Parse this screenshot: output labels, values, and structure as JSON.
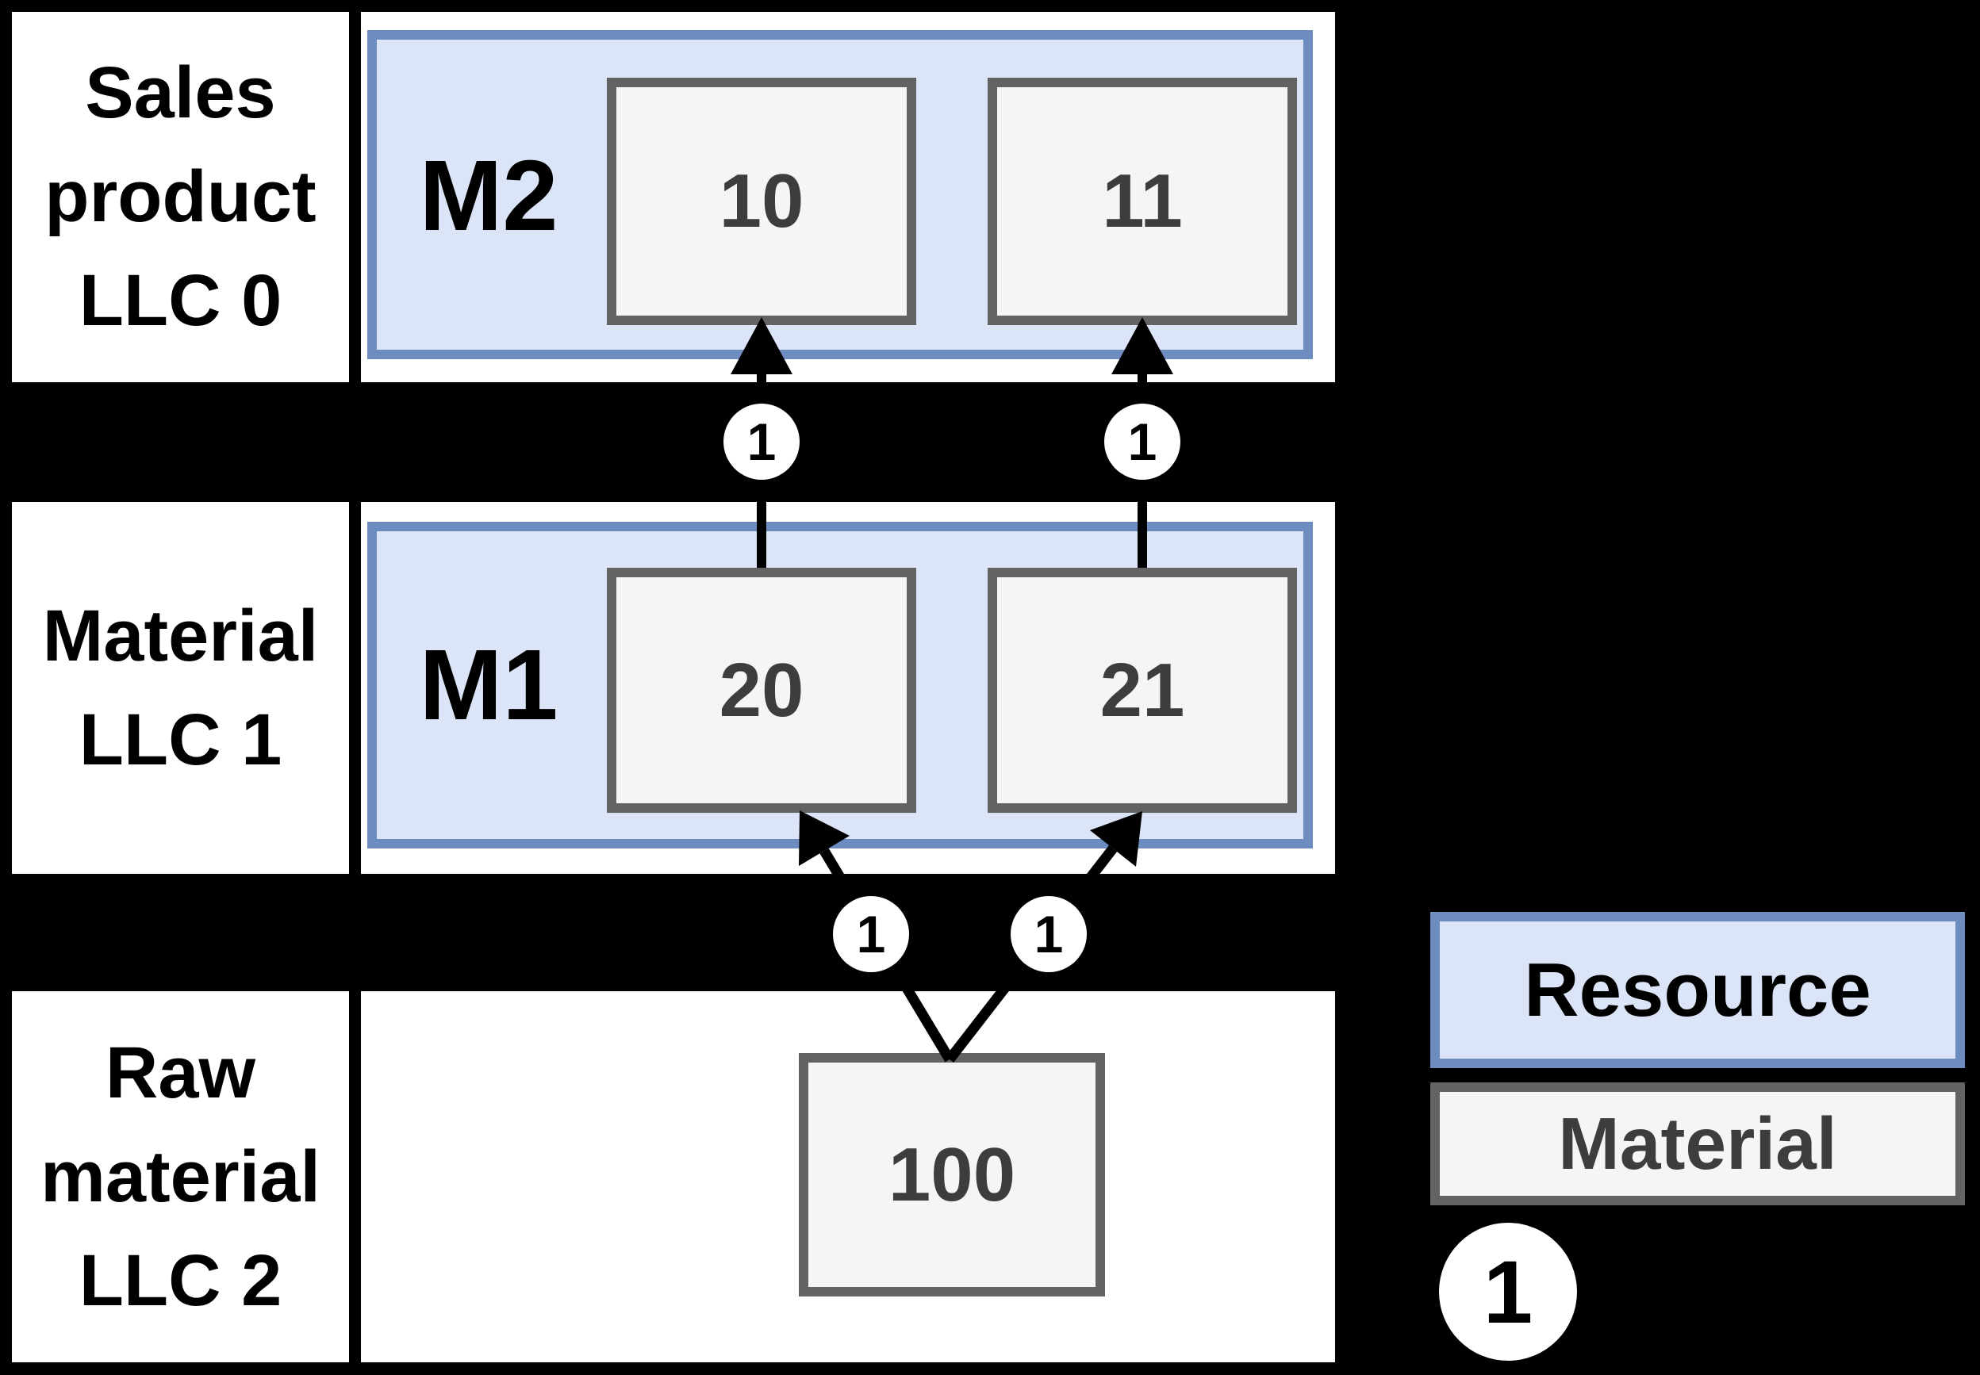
{
  "rows": [
    {
      "label": "Sales\nproduct\nLLC 0"
    },
    {
      "label": "Material\nLLC 1"
    },
    {
      "label": "Raw\nmaterial\nLLC 2"
    }
  ],
  "levels": [
    {
      "resource": "M2",
      "materials": [
        "10",
        "11"
      ]
    },
    {
      "resource": "M1",
      "materials": [
        "20",
        "21"
      ]
    },
    {
      "resource": "",
      "materials": [
        "100"
      ]
    }
  ],
  "edges": [
    {
      "from": "20",
      "to": "10",
      "qty": "1"
    },
    {
      "from": "21",
      "to": "11",
      "qty": "1"
    },
    {
      "from": "100",
      "to": "20",
      "qty": "1"
    },
    {
      "from": "100",
      "to": "21",
      "qty": "1"
    }
  ],
  "legend": {
    "resource": "Resource",
    "material": "Material",
    "qty": "1"
  },
  "colors": {
    "background": "#000000",
    "resource_fill": "#dbe5f7",
    "resource_border": "#6d8cc0",
    "material_fill": "#f5f5f5",
    "material_border": "#636363",
    "number_text": "#3d3d3d",
    "label_text": "#000000"
  }
}
